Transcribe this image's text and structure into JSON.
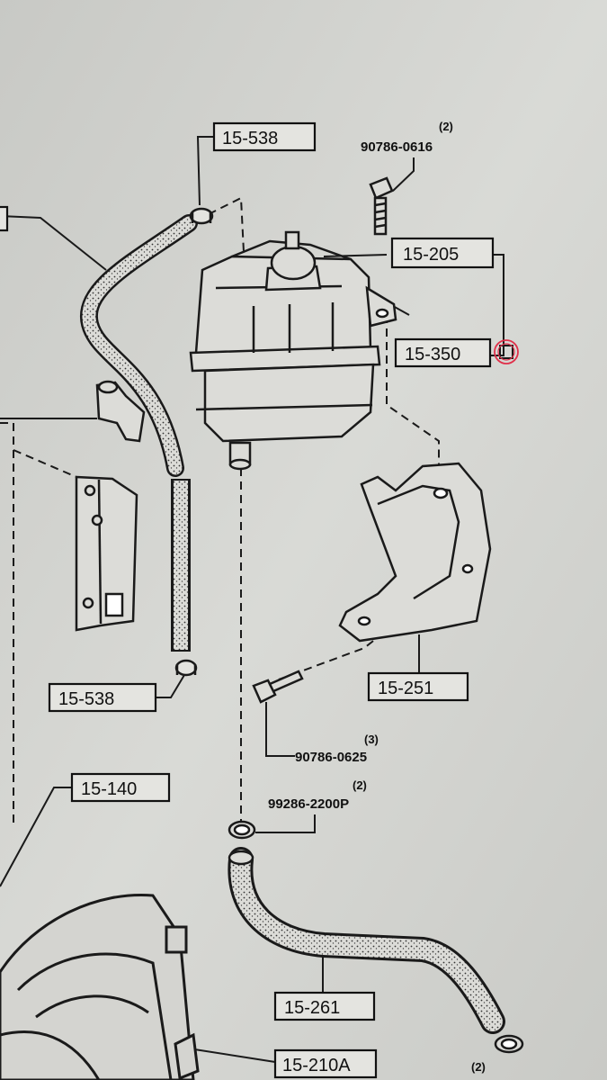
{
  "diagram": {
    "part_labels": {
      "top_hose_clip": "15-538",
      "reservoir_cap": "15-205",
      "cap_gasket": "15-350",
      "bracket": "15-251",
      "lower_hose_clip": "15-538",
      "radiator": "15-140",
      "return_hose": "15-261",
      "fan_shroud": "15-210A"
    },
    "ref_numbers": {
      "top_bolt": "90786-0616",
      "bracket_bolt": "90786-0625",
      "hose_clamp": "99286-2200P"
    },
    "quantities": {
      "top_bolt": "(2)",
      "bracket_bolt": "(3)",
      "hose_clamp": "(2)",
      "bottom_right": "(2)"
    },
    "colors": {
      "paper": "#d6d7d3",
      "ink": "#1a1a1a",
      "highlight": "#e0304a"
    }
  }
}
